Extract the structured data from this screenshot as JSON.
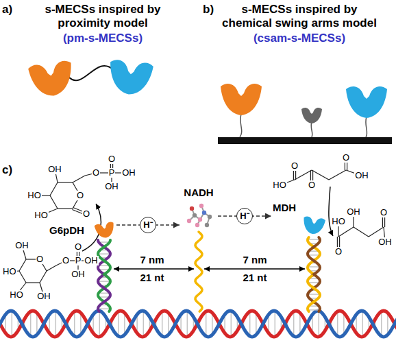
{
  "diagram": {
    "nodes": [
      {
        "text": [
          "G6pDH"
        ]
      },
      {
        "text": [
          "NADH"
        ]
      },
      {
        "text": [
          "MDH"
        ]
      }
    ],
    "edges": [
      {
        "from": 0,
        "to": 1,
        "arrow": "to",
        "label": "H⁻"
      },
      {
        "from": 1,
        "to": 2,
        "arrow": "to",
        "label": "H⁻"
      }
    ],
    "labels": [
      "a)",
      "s-MECSs inspired by proximity model",
      "(pm-s-MECSs)",
      "b)",
      "s-MECSs inspired by chemical swing arms model",
      "(csam-s-MECSs)",
      "c)",
      "OH",
      "HO",
      "HO",
      "O",
      "O",
      "O",
      "P",
      "O",
      "OH",
      "OH",
      "OH",
      "HO",
      "HO",
      "OH",
      "O",
      "O",
      "P",
      "O",
      "OH",
      "OH",
      "O",
      "HO",
      "O",
      "O",
      "OH",
      "HO",
      "O",
      "OH",
      "O",
      "OH",
      "7 nm",
      "21 nt",
      "7 nm",
      "21 nt"
    ]
  }
}
